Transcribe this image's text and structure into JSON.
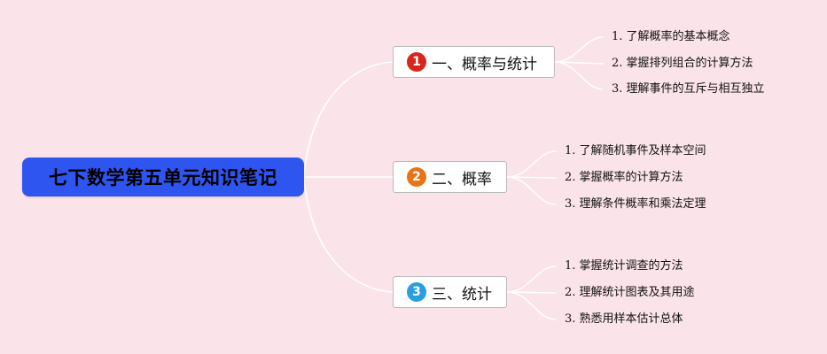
{
  "root": {
    "title": "七下数学第五单元知识笔记"
  },
  "colors": {
    "background": "#fbe3ea",
    "root": "#2f55f0",
    "connector": "#ffffff",
    "branch_border": "#b9b9b9"
  },
  "branches": [
    {
      "badge": "1",
      "badge_color": "#d8261c",
      "label": "一、概率与统计",
      "items": [
        "1. 了解概率的基本概念",
        "2. 掌握排列组合的计算方法",
        "3. 理解事件的互斥与相互独立"
      ]
    },
    {
      "badge": "2",
      "badge_color": "#e97417",
      "label": "二、概率",
      "items": [
        "1. 了解随机事件及样本空间",
        "2. 掌握概率的计算方法",
        "3. 理解条件概率和乘法定理"
      ]
    },
    {
      "badge": "3",
      "badge_color": "#2a9ee0",
      "label": "三、统计",
      "items": [
        "1. 掌握统计调查的方法",
        "2. 理解统计图表及其用途",
        "3. 熟悉用样本估计总体"
      ]
    }
  ]
}
